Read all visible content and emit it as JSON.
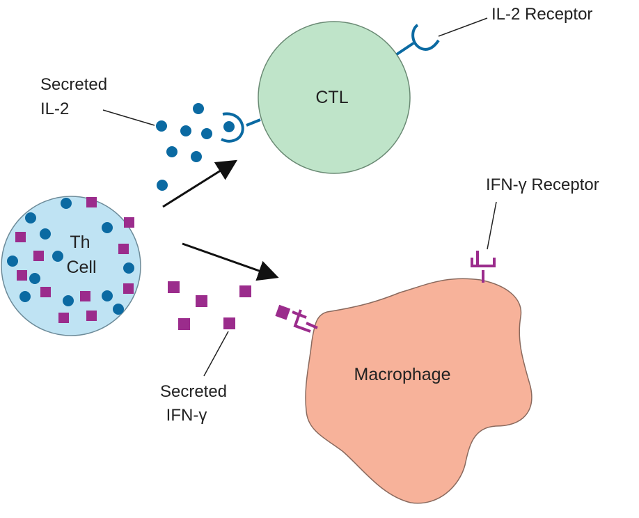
{
  "labels": {
    "il2_receptor": "IL-2 Receptor",
    "secreted_il2_line1": "Secreted",
    "secreted_il2_line2": "IL-2",
    "ctl": "CTL",
    "ifn_receptor": "IFN-γ Receptor",
    "th_line1": "Th",
    "th_line2": "Cell",
    "macrophage": "Macrophage",
    "secreted_ifn_line1": "Secreted",
    "secreted_ifn_line2": "IFN-γ"
  },
  "colors": {
    "il2": "#0b6aa2",
    "ifn": "#9b2c8c",
    "ctl_fill": "#bfe4c9",
    "ctl_stroke": "#6a8a74",
    "th_fill": "#bfe3f3",
    "th_stroke": "#6d8b99",
    "macrophage_fill": "#f7b29a",
    "macrophage_stroke": "#8a6a5e"
  },
  "icons": {
    "il2_molecule": "circle",
    "ifn_molecule": "square",
    "il2_receptor": "cup-receptor",
    "ifn_receptor": "fork-receptor"
  }
}
